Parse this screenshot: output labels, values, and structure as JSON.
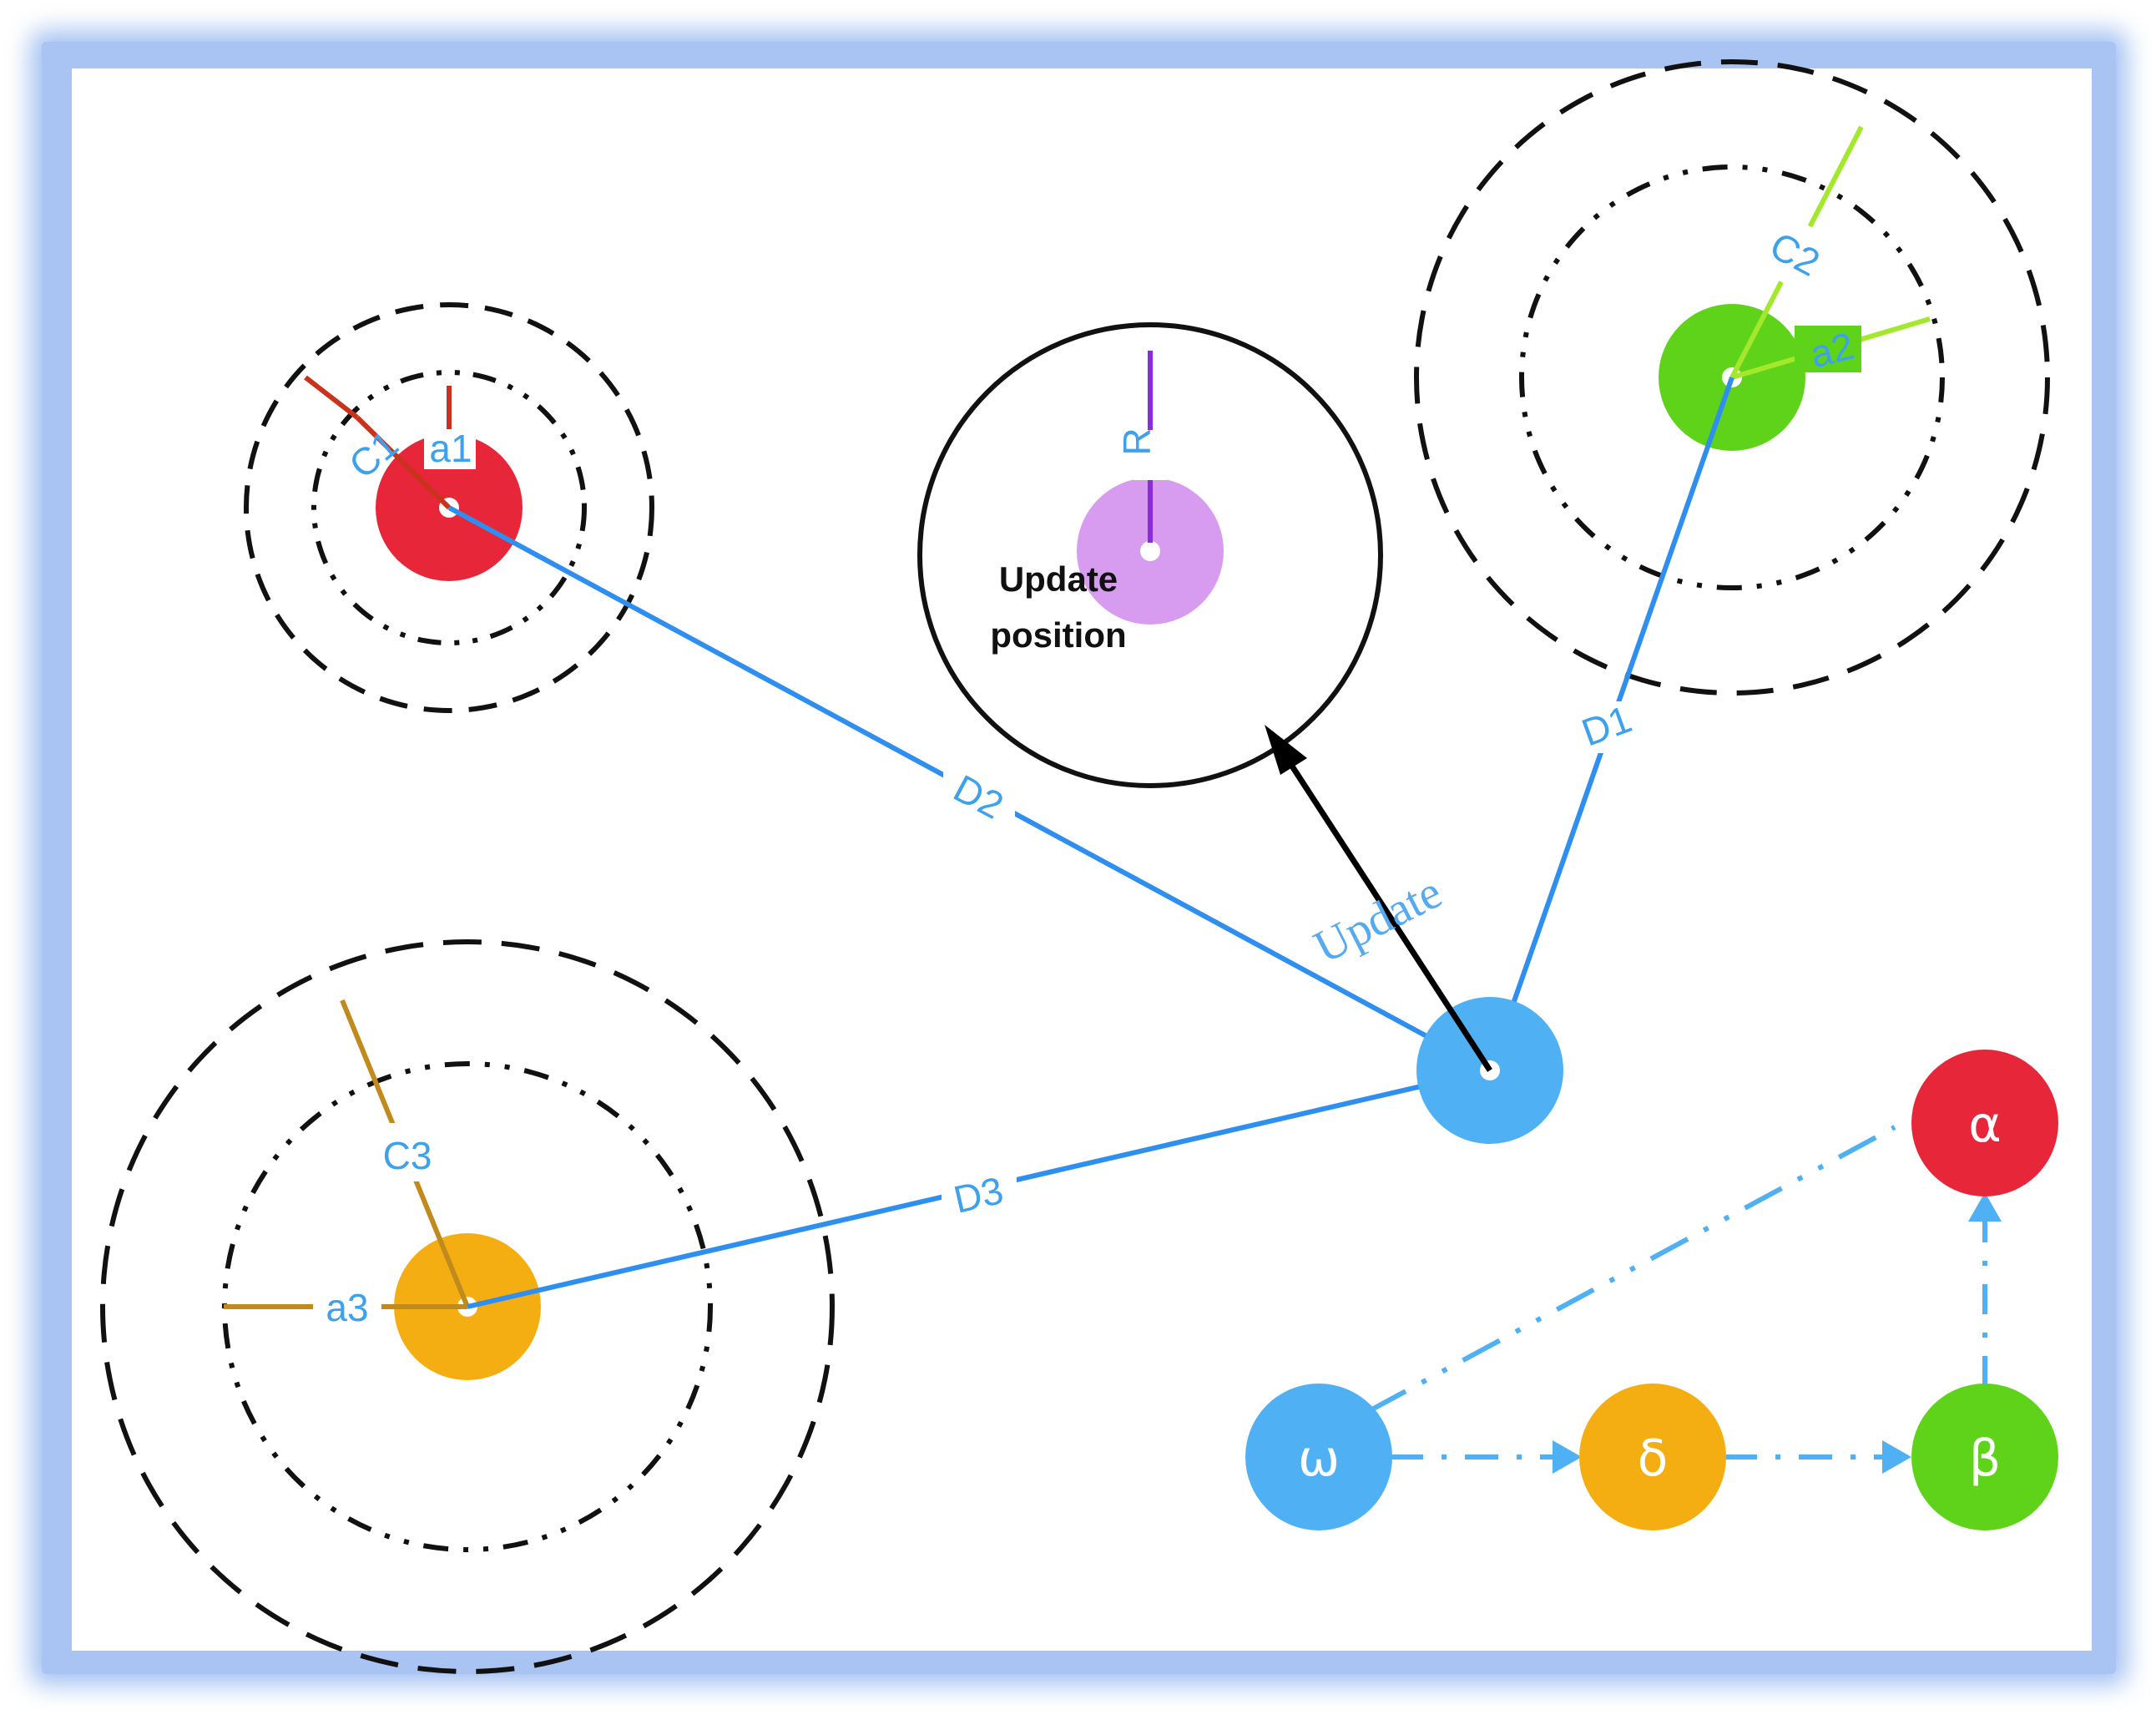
{
  "colors": {
    "frame": "#a9c4f2",
    "search_agent": "#4fb1f4",
    "alpha": "#e8263a",
    "beta": "#5fd31a",
    "delta": "#f5ae12",
    "omega": "#4fb1f4",
    "updated": "#d79cf0",
    "distance_line": "#2f8ff0",
    "c1": "#c9331e",
    "c2": "#a4e82c",
    "c3": "#c08a1d",
    "radius": "#8a2be2"
  },
  "labels": {
    "d1": "D1",
    "d2": "D2",
    "d3": "D3",
    "c1": "C1",
    "c2": "C2",
    "c3": "C3",
    "a1": "a1",
    "a2": "a2",
    "a3": "a3",
    "r": "R",
    "update": "Update",
    "update_position_line1": "Update",
    "update_position_line2": "position"
  },
  "hierarchy": {
    "alpha": "α",
    "beta": "β",
    "delta": "δ",
    "omega": "ω"
  }
}
